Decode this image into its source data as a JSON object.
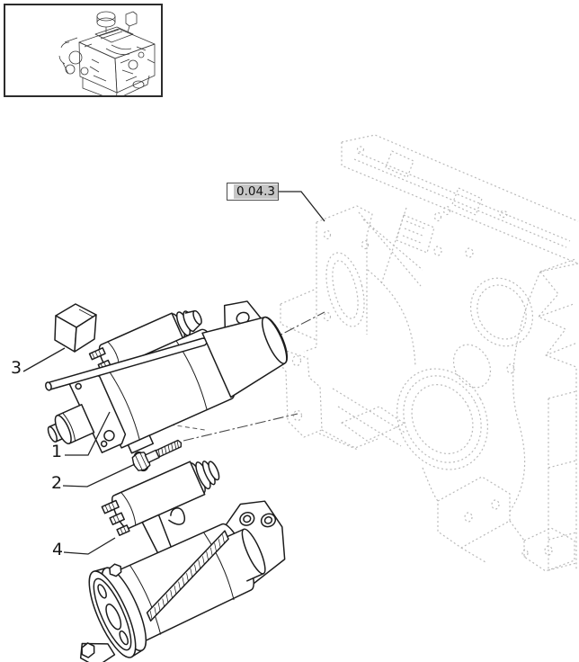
{
  "reference": {
    "label": "0.04.3"
  },
  "callouts": {
    "c1": "1",
    "c2": "2",
    "c3": "3",
    "c4": "4"
  },
  "colors": {
    "ink": "#1c1c1c",
    "plate_gray": "#b9b9b9",
    "reference_highlight": "#c6c6c6",
    "background": "#ffffff"
  }
}
